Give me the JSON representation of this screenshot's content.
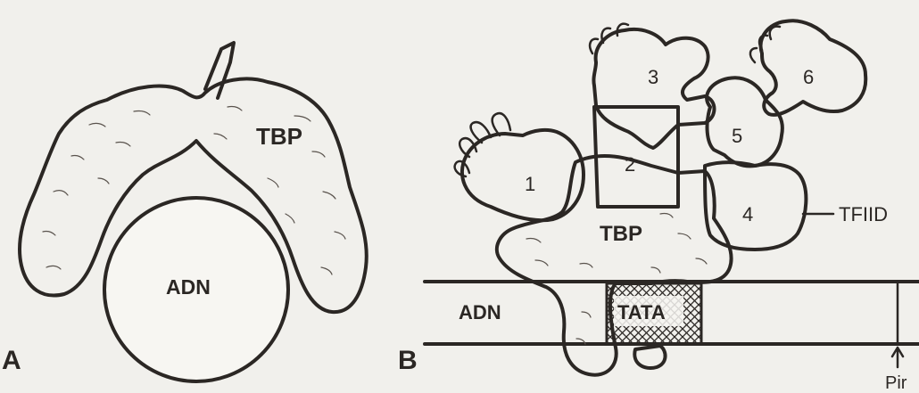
{
  "panel_a": {
    "panel_label": "A",
    "protein_label": "TBP",
    "dna_label": "ADN"
  },
  "panel_b": {
    "panel_label": "B",
    "subunits": [
      "1",
      "2",
      "3",
      "4",
      "5",
      "6"
    ],
    "tbp_label": "TBP",
    "dna_label": "ADN",
    "tata_label": "TATA",
    "complex_label": "TFIID",
    "start_label": "Pir"
  }
}
